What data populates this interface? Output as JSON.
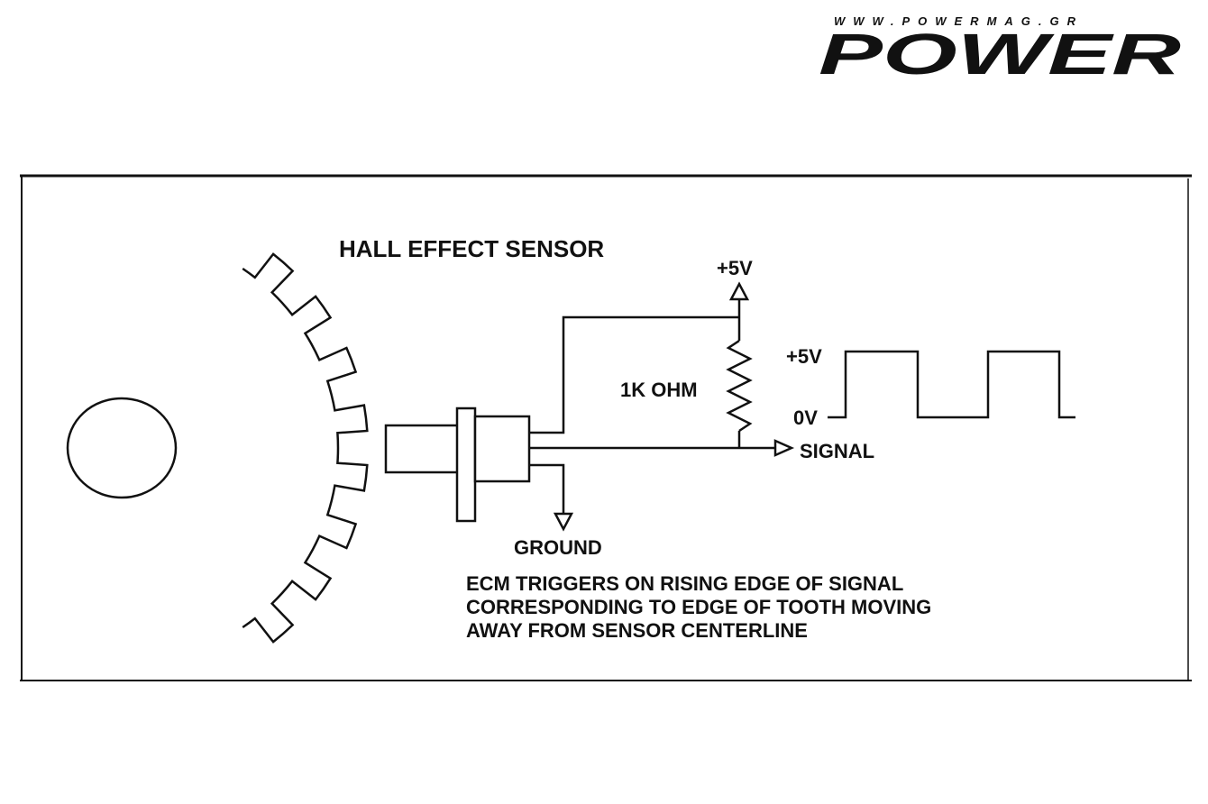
{
  "logo": {
    "url": "WWW.POWERMAG.GR",
    "wordmark": "POWER"
  },
  "diagram": {
    "title": "HALL EFFECT SENSOR",
    "supply_label": "+5V",
    "resistor_label": "1K OHM",
    "signal_label": "SIGNAL",
    "ground_label": "GROUND",
    "waveform_high_label": "+5V",
    "waveform_low_label": "0V",
    "caption_lines": [
      "ECM TRIGGERS ON RISING EDGE OF SIGNAL",
      "CORRESPONDING TO EDGE OF TOOTH MOVING",
      "AWAY FROM SENSOR CENTERLINE"
    ]
  },
  "colors": {
    "ink": "#111111",
    "background": "#ffffff"
  }
}
